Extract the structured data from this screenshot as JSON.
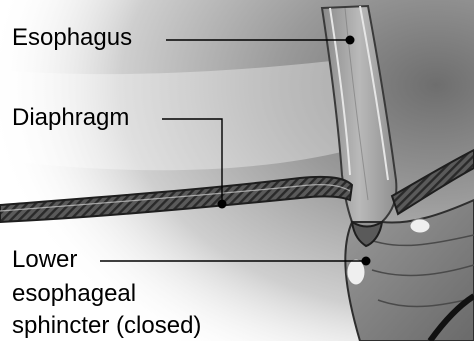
{
  "labels": {
    "esophagus": "Esophagus",
    "diaphragm": "Diaphragm",
    "les_line1": "Lower",
    "les_line2": "esophageal",
    "les_line3": "sphincter (closed)"
  },
  "colors": {
    "background": "#ffffff",
    "tissue_dark": "#3c3c3c",
    "tissue_light": "#d8d8d8",
    "leader": "#000000"
  }
}
